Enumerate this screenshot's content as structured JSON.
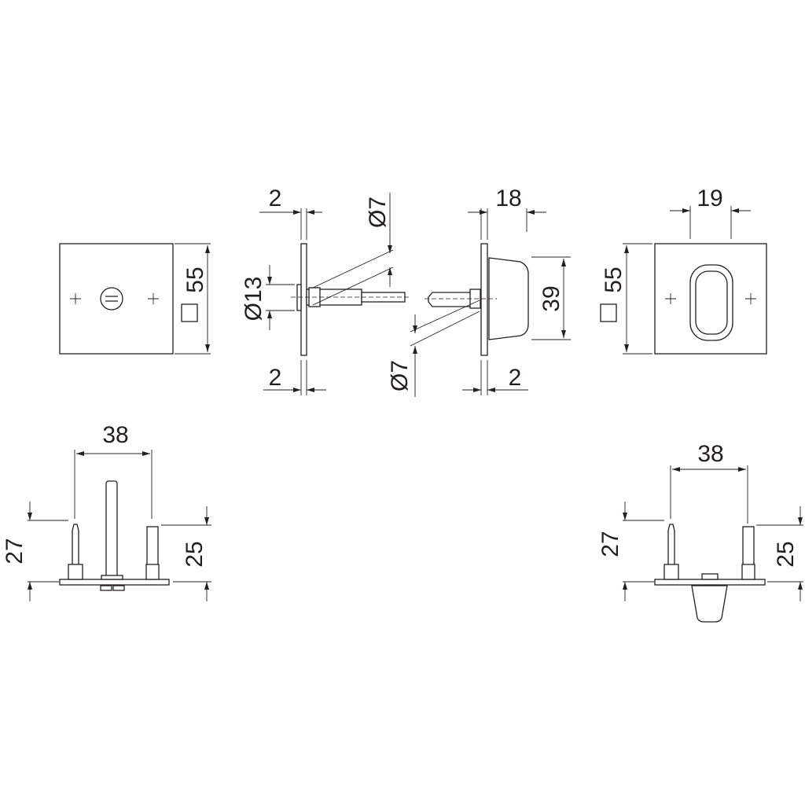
{
  "dimensions": {
    "front_left_height": "55",
    "side_left_plate_top": "2",
    "side_left_rosette_dia": "Ø13",
    "side_left_spindle_dia": "Ø7",
    "side_left_plate_bottom": "2",
    "side_right_depth": "18",
    "side_right_knob_height": "39",
    "side_right_spindle_dia": "Ø7",
    "side_right_plate_bottom": "2",
    "front_right_knob_width": "19",
    "front_right_height": "55",
    "bottom_left_spacing": "38",
    "bottom_left_pin_left": "27",
    "bottom_left_pin_right": "25",
    "bottom_right_spacing": "38",
    "bottom_right_pin_left": "27",
    "bottom_right_pin_right": "25"
  }
}
